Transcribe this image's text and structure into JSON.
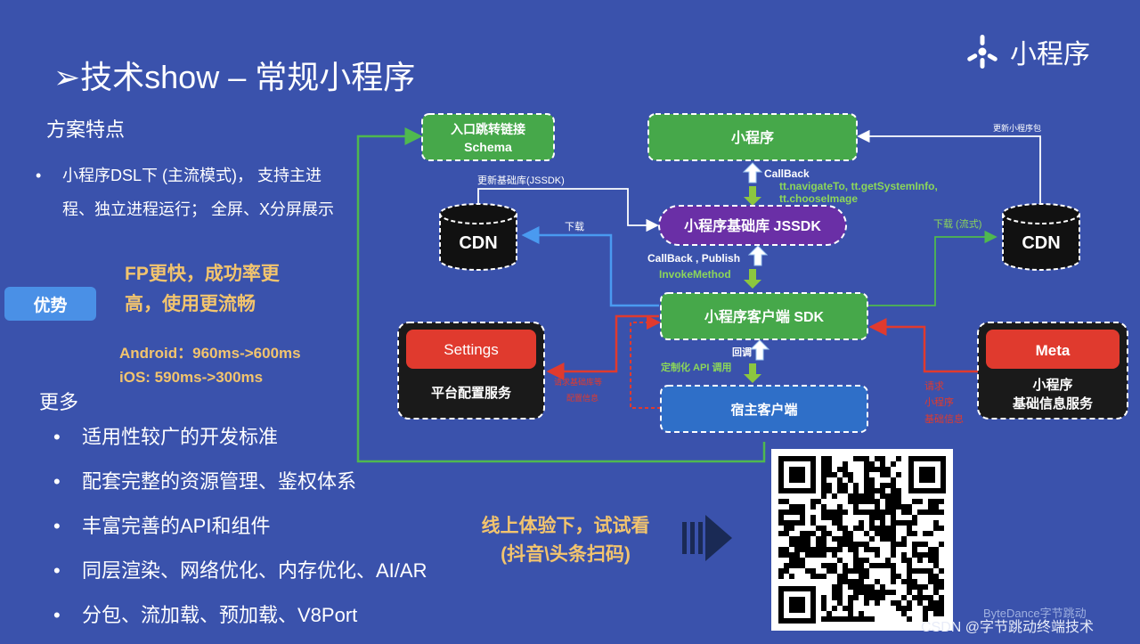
{
  "title": "➢技术show – 常规小程序",
  "brand": {
    "text": "小程序"
  },
  "features": {
    "heading": "方案特点",
    "bullet_line1": "小程序DSL下 (主流模式)， 支持主进",
    "bullet_line2": "程、独立进程运行； 全屏、X分屏展示"
  },
  "advantage": {
    "badge": "优势",
    "line1": "FP更快，成功率更",
    "line2": "高，使用更流畅",
    "android": "Android：960ms->600ms",
    "ios": "iOS: 590ms->300ms"
  },
  "more": {
    "heading": "更多",
    "items": [
      "适用性较广的开发标准",
      "配套完整的资源管理、鉴权体系",
      "丰富完善的API和组件",
      "同层渲染、网络优化、内存优化、AI/AR",
      "分包、流加载、预加载、V8Port"
    ]
  },
  "try": {
    "line1": "线上体验下，试试看",
    "line2": "(抖音\\头条扫码)"
  },
  "diagram": {
    "schema_line1": "入口跳转链接",
    "schema_line2": "Schema",
    "miniapp": "小程序",
    "jssdk": "小程序基础库 JSSDK",
    "client_sdk": "小程序客户端 SDK",
    "host": "宿主客户端",
    "cdn_left": "CDN",
    "cdn_right": "CDN",
    "settings_header": "Settings",
    "settings_body": "平台配置服务",
    "meta_header": "Meta",
    "meta_body1": "小程序",
    "meta_body2": "基础信息服务",
    "lbl_update_pkg": "更新小程序包",
    "lbl_update_jssdk": "更新基础库(JSSDK)",
    "lbl_download_left": "下载",
    "lbl_download_right": "下载 (流式)",
    "lbl_callback": "CallBack",
    "lbl_api_line1": "tt.navigateTo, tt.getSystemInfo,",
    "lbl_api_line2": "tt.chooseImage",
    "lbl_callback_publish": "CallBack , Publish",
    "lbl_invoke": "InvokeMethod",
    "lbl_huidiao": "回调",
    "lbl_custom_api": "定制化 API 调用",
    "lbl_req_cfg1": "请求基础库等",
    "lbl_req_cfg2": "配置信息",
    "lbl_req1": "请求",
    "lbl_req2": "小程序",
    "lbl_req3": "基础信息"
  },
  "watermark": "ByteDance字节跳动",
  "csdn": "CSDN @字节跳动终端技术",
  "colors": {
    "background": "#3a52ac",
    "green_box": "#46a84a",
    "purple_box": "#6a2fa6",
    "blue_box": "#2f6fc8",
    "red_header": "#e03a2e",
    "accent_text": "#f2c46e",
    "badge": "#4a90e6"
  }
}
